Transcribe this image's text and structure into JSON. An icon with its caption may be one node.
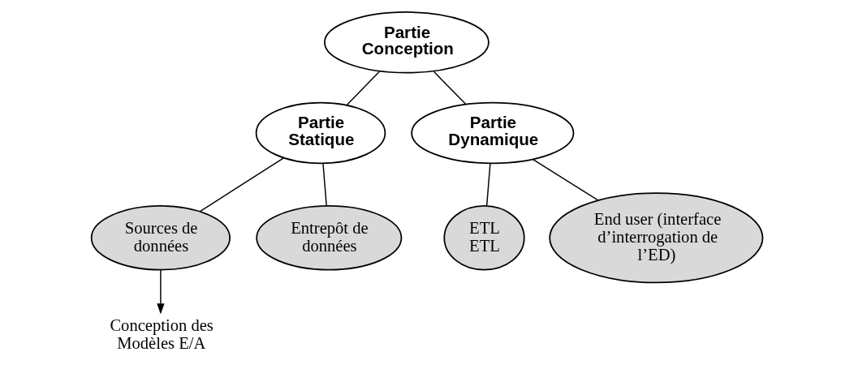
{
  "diagram": {
    "nodes": [
      {
        "text": [
          "Partie Conception"
        ]
      },
      {
        "text": [
          "Partie Statique"
        ]
      },
      {
        "text": [
          "Partie Dynamique"
        ]
      },
      {
        "text": [
          "Sources de données"
        ]
      },
      {
        "text": [
          "Entrepôt de données"
        ]
      },
      {
        "text": [
          "ETL ETL"
        ]
      },
      {
        "text": [
          "End user (interface d’interrogation de l’ED)"
        ]
      },
      {
        "text": [
          "Conception des Modèles E/A"
        ]
      }
    ],
    "edges": [
      {
        "from": 0,
        "to": 1,
        "arrow": "none"
      },
      {
        "from": 0,
        "to": 2,
        "arrow": "none"
      },
      {
        "from": 1,
        "to": 3,
        "arrow": "none"
      },
      {
        "from": 1,
        "to": 4,
        "arrow": "none"
      },
      {
        "from": 2,
        "to": 5,
        "arrow": "none"
      },
      {
        "from": 2,
        "to": 6,
        "arrow": "none"
      },
      {
        "from": 3,
        "to": 7,
        "arrow": "to"
      }
    ]
  }
}
